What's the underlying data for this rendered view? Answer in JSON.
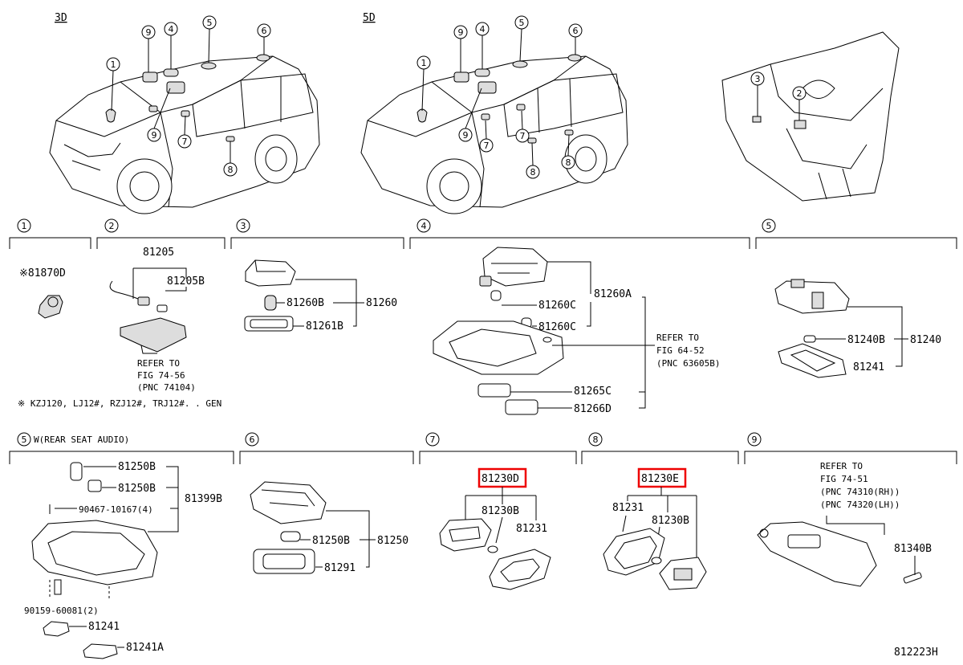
{
  "views": [
    "3D",
    "5D"
  ],
  "figure_id": "812223H",
  "callout_numbers": [
    "1",
    "2",
    "3",
    "4",
    "5",
    "6",
    "7",
    "8",
    "9"
  ],
  "sections": [
    {
      "num": "1",
      "title": ""
    },
    {
      "num": "2",
      "title": ""
    },
    {
      "num": "3",
      "title": ""
    },
    {
      "num": "4",
      "title": ""
    },
    {
      "num": "5",
      "title": ""
    },
    {
      "num": "5",
      "title": "W(REAR SEAT AUDIO)"
    },
    {
      "num": "6",
      "title": ""
    },
    {
      "num": "7",
      "title": ""
    },
    {
      "num": "8",
      "title": ""
    },
    {
      "num": "9",
      "title": ""
    }
  ],
  "parts": {
    "s1": {
      "p1": "※81870D"
    },
    "s2": {
      "p1": "81205",
      "p2": "81205B",
      "refer": [
        "REFER TO",
        "FIG 74-56",
        "(PNC 74104)"
      ]
    },
    "s3": {
      "p1": "81260B",
      "p2": "81260",
      "p3": "81261B"
    },
    "s4": {
      "p1": "81260A",
      "p2": "81260C",
      "p3": "81260C",
      "p4": "81265C",
      "p5": "81266D",
      "refer": [
        "REFER TO",
        "FIG 64-52",
        "(PNC 63605B)"
      ]
    },
    "s5": {
      "p1": "81240B",
      "p2": "81240",
      "p3": "81241"
    },
    "s5w": {
      "p1": "81250B",
      "p2": "81250B",
      "p3": "81399B",
      "p4": "90467-10167(4)",
      "p5": "90159-60081(2)",
      "p6": "81241",
      "p7": "81241A"
    },
    "s6": {
      "p1": "81250B",
      "p2": "81250",
      "p3": "81291"
    },
    "s7": {
      "p1": "81230D",
      "p2": "81230B",
      "p3": "81231"
    },
    "s8": {
      "p1": "81230E",
      "p2": "81231",
      "p3": "81230B"
    },
    "s9": {
      "refer": [
        "REFER TO",
        "FIG  74-51",
        "(PNC 74310(RH))",
        "(PNC 74320(LH))"
      ],
      "p1": "81340B"
    }
  },
  "footnote": "※ KZJ120, LJ12#, RZJ12#, TRJ12#. . GEN",
  "highlight_color": "#e00000"
}
